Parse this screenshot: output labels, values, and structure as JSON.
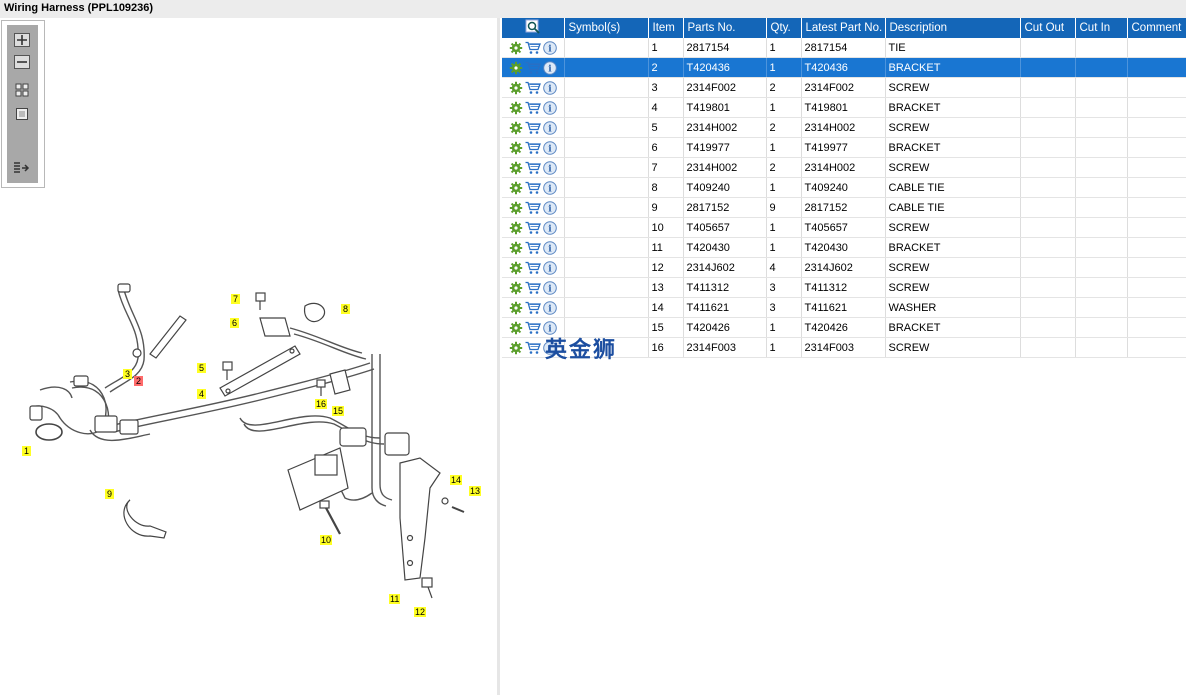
{
  "window": {
    "title": "Wiring Harness (PPL109236)"
  },
  "toolbar": {
    "buttons": [
      "zoom-in",
      "zoom-out",
      "fit-all",
      "fit-window",
      "show-list"
    ]
  },
  "callouts": [
    {
      "label": "1"
    },
    {
      "label": "2"
    },
    {
      "label": "3"
    },
    {
      "label": "4"
    },
    {
      "label": "5"
    },
    {
      "label": "6"
    },
    {
      "label": "7"
    },
    {
      "label": "8"
    },
    {
      "label": "9"
    },
    {
      "label": "10"
    },
    {
      "label": "11"
    },
    {
      "label": "12"
    },
    {
      "label": "13"
    },
    {
      "label": "14"
    },
    {
      "label": "15"
    },
    {
      "label": "16"
    }
  ],
  "table": {
    "columns": [
      "",
      "Symbol(s)",
      "Item",
      "Parts No.",
      "Qty.",
      "Latest Part No.",
      "Description",
      "Cut Out",
      "Cut In",
      "Comment"
    ],
    "selected_row": 1,
    "rows": [
      {
        "item": "1",
        "part": "2817154",
        "qty": "1",
        "latest": "2817154",
        "desc": "TIE"
      },
      {
        "item": "2",
        "part": "T420436",
        "qty": "1",
        "latest": "T420436",
        "desc": "BRACKET"
      },
      {
        "item": "3",
        "part": "2314F002",
        "qty": "2",
        "latest": "2314F002",
        "desc": "SCREW"
      },
      {
        "item": "4",
        "part": "T419801",
        "qty": "1",
        "latest": "T419801",
        "desc": "BRACKET"
      },
      {
        "item": "5",
        "part": "2314H002",
        "qty": "2",
        "latest": "2314H002",
        "desc": "SCREW"
      },
      {
        "item": "6",
        "part": "T419977",
        "qty": "1",
        "latest": "T419977",
        "desc": "BRACKET"
      },
      {
        "item": "7",
        "part": "2314H002",
        "qty": "2",
        "latest": "2314H002",
        "desc": "SCREW"
      },
      {
        "item": "8",
        "part": "T409240",
        "qty": "1",
        "latest": "T409240",
        "desc": "CABLE TIE"
      },
      {
        "item": "9",
        "part": "2817152",
        "qty": "9",
        "latest": "2817152",
        "desc": "CABLE TIE"
      },
      {
        "item": "10",
        "part": "T405657",
        "qty": "1",
        "latest": "T405657",
        "desc": "SCREW"
      },
      {
        "item": "11",
        "part": "T420430",
        "qty": "1",
        "latest": "T420430",
        "desc": "BRACKET"
      },
      {
        "item": "12",
        "part": "2314J602",
        "qty": "4",
        "latest": "2314J602",
        "desc": "SCREW"
      },
      {
        "item": "13",
        "part": "T411312",
        "qty": "3",
        "latest": "T411312",
        "desc": "SCREW"
      },
      {
        "item": "14",
        "part": "T411621",
        "qty": "3",
        "latest": "T411621",
        "desc": "WASHER"
      },
      {
        "item": "15",
        "part": "T420426",
        "qty": "1",
        "latest": "T420426",
        "desc": "BRACKET"
      },
      {
        "item": "16",
        "part": "2314F003",
        "qty": "1",
        "latest": "2314F003",
        "desc": "SCREW"
      }
    ]
  },
  "watermark": "英金狮",
  "colors": {
    "header_bg": "#1466b8",
    "selected_row": "#1976d2",
    "callout": "#ffff22",
    "callout_selected": "#ff6b6b"
  }
}
